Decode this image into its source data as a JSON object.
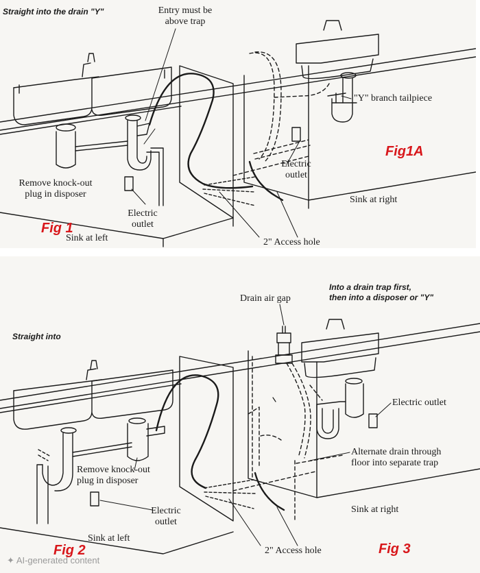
{
  "top_panel": {
    "note_straight_y": "Straight into the drain \"Y\"",
    "entry_above_trap": [
      "Entry must be",
      "above trap"
    ],
    "y_branch": "\"Y\" branch tailpiece",
    "fig1a": "Fig1A",
    "electric_outlet_right": [
      "Electric",
      "outlet"
    ],
    "knockout": [
      "Remove knock-out",
      "plug in disposer"
    ],
    "sink_at_right": "Sink at right",
    "electric_outlet_left": [
      "Electric",
      "outlet"
    ],
    "fig1": "Fig 1",
    "sink_at_left": "Sink at left",
    "access_hole": "2\" Access hole"
  },
  "bottom_panel": {
    "drain_air_gap": "Drain air gap",
    "note_trap_first": [
      "Into a drain trap first,",
      "then into a disposer or \"Y\""
    ],
    "note_straight_into": "Straight into",
    "electric_outlet_right": "Electric outlet",
    "alternate_drain": [
      "Alternate drain through",
      "floor into separate trap"
    ],
    "knockout": [
      "Remove knock-out",
      "plug in disposer"
    ],
    "electric_outlet_left": [
      "Electric",
      "outlet"
    ],
    "sink_at_right": "Sink at right",
    "sink_at_left": "Sink at left",
    "fig2": "Fig 2",
    "access_hole": "2\" Access hole",
    "fig3": "Fig 3"
  },
  "footer": {
    "ai_badge": "AI-generated content"
  },
  "colors": {
    "figure_label": "#d8171b",
    "line": "#1a1a1a",
    "badge": "#9a9a9a"
  },
  "icons": {
    "ai_badge_icon": "sparkle-icon"
  }
}
